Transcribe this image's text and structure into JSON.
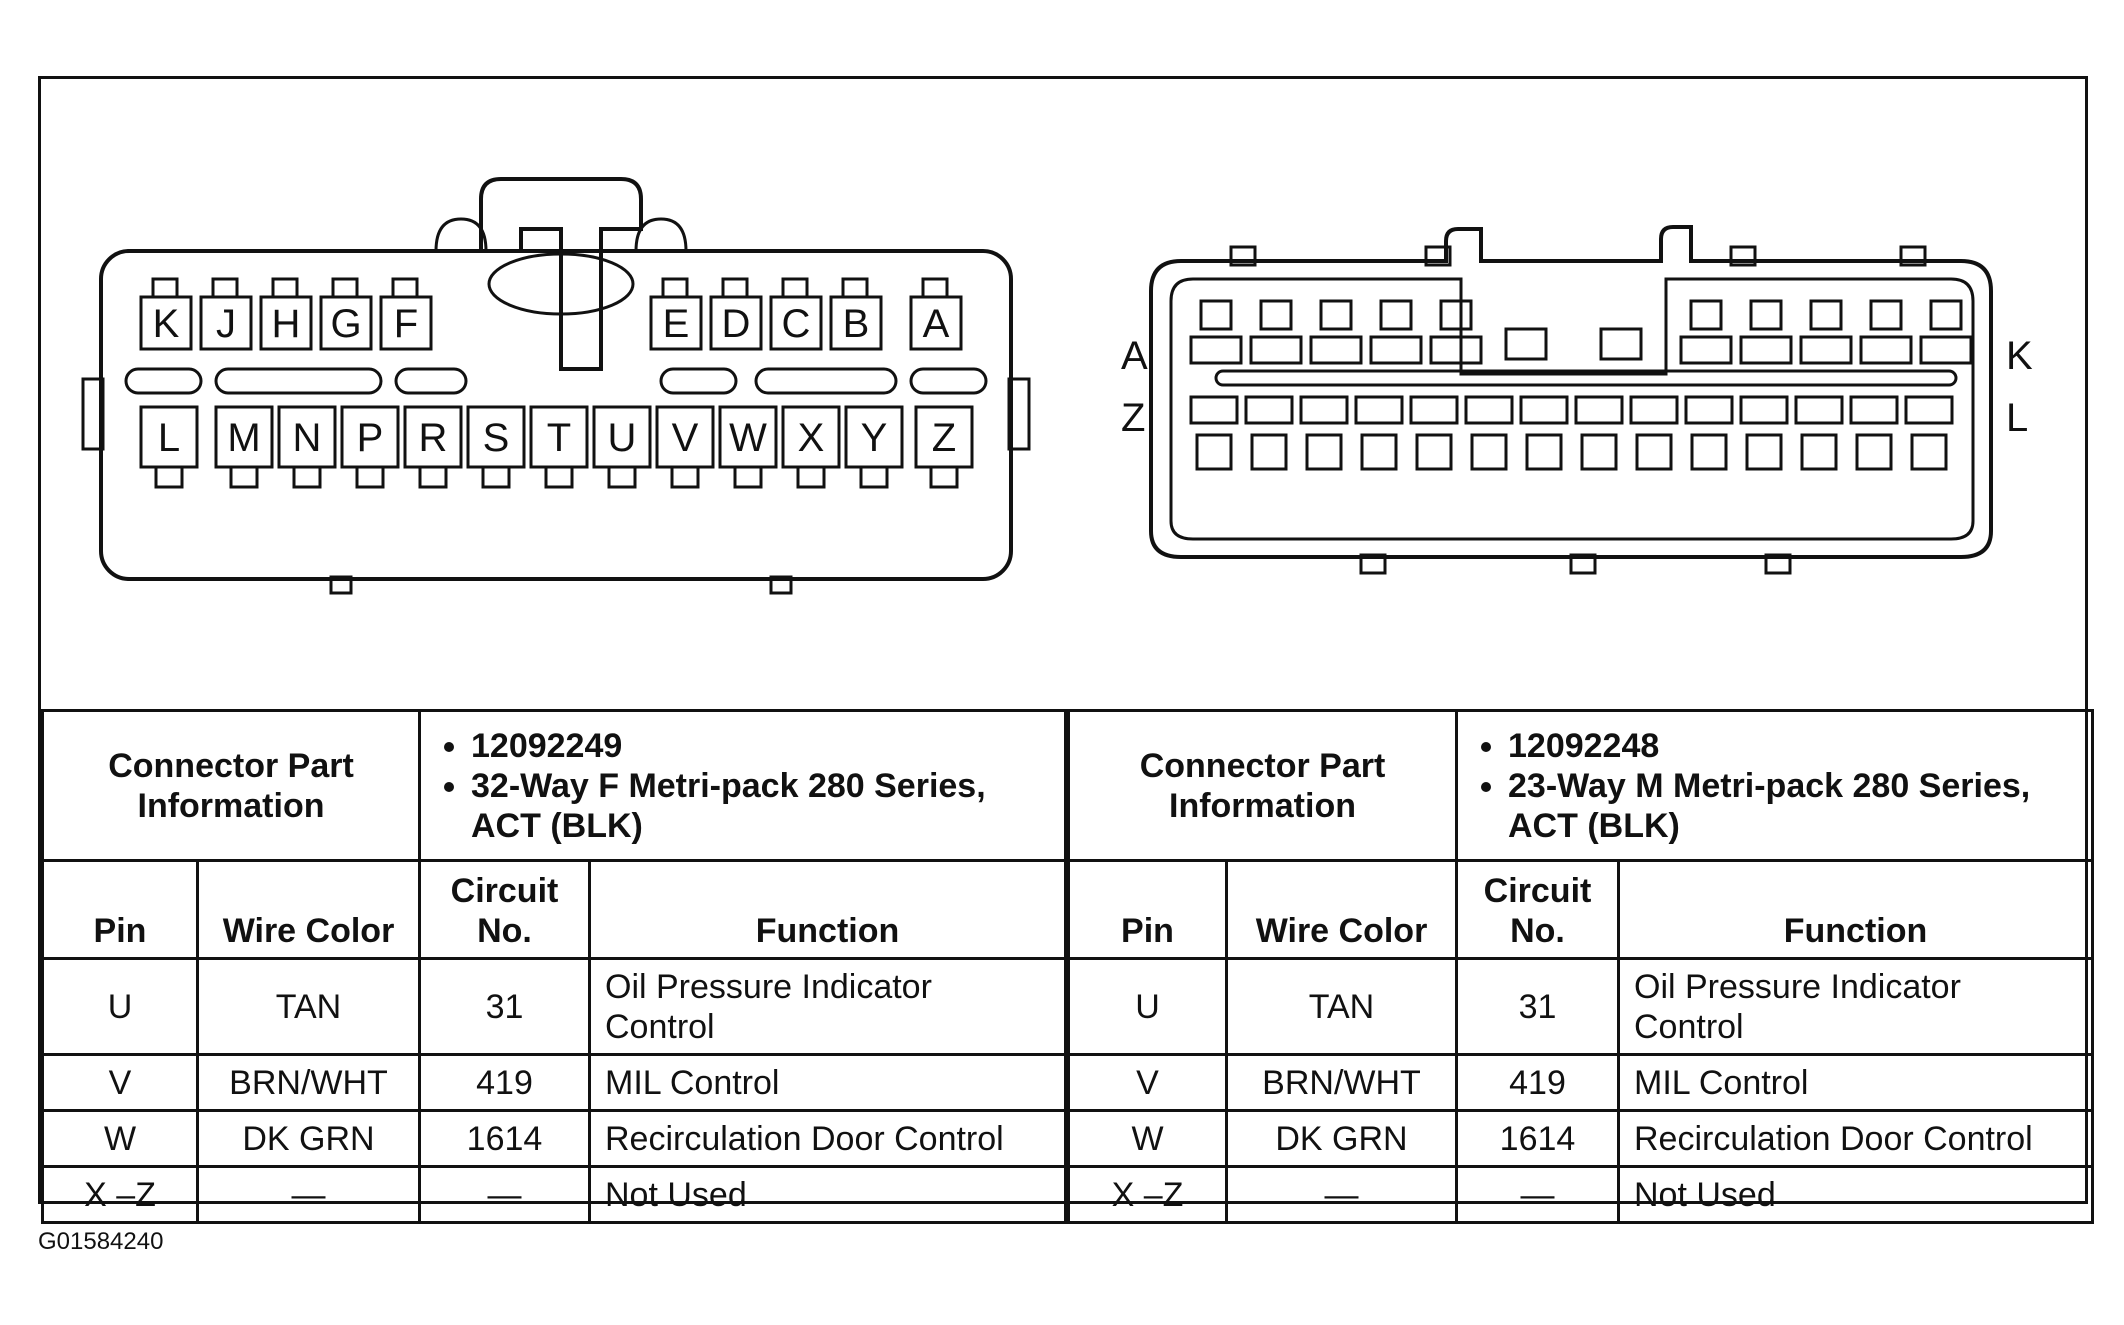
{
  "left_connector": {
    "top_row": [
      "K",
      "J",
      "H",
      "G",
      "F",
      "E",
      "D",
      "C",
      "B",
      "A"
    ],
    "bottom_row": [
      "L",
      "M",
      "N",
      "P",
      "R",
      "S",
      "T",
      "U",
      "V",
      "W",
      "X",
      "Y",
      "Z"
    ]
  },
  "right_connector": {
    "side_labels": {
      "top_left": "A",
      "bottom_left": "Z",
      "top_right": "K",
      "bottom_right": "L"
    }
  },
  "tables": [
    {
      "info_label": "Connector Part Information",
      "info_values": [
        "12092249",
        "32-Way F Metri-pack 280 Series, ACT (BLK)"
      ],
      "headers": {
        "pin": "Pin",
        "wire_color": "Wire Color",
        "circuit": "Circuit No.",
        "function": "Function"
      },
      "rows": [
        {
          "pin": "U",
          "wire_color": "TAN",
          "circuit": "31",
          "function": "Oil Pressure Indicator Control"
        },
        {
          "pin": "V",
          "wire_color": "BRN/WHT",
          "circuit": "419",
          "function": "MIL Control"
        },
        {
          "pin": "W",
          "wire_color": "DK GRN",
          "circuit": "1614",
          "function": "Recirculation Door Control"
        },
        {
          "pin": "X –Z",
          "wire_color": "—",
          "circuit": "—",
          "function": "Not Used"
        }
      ]
    },
    {
      "info_label": "Connector Part Information",
      "info_values": [
        "12092248",
        "23-Way M Metri-pack 280 Series, ACT (BLK)"
      ],
      "headers": {
        "pin": "Pin",
        "wire_color": "Wire Color",
        "circuit": "Circuit No.",
        "function": "Function"
      },
      "rows": [
        {
          "pin": "U",
          "wire_color": "TAN",
          "circuit": "31",
          "function": "Oil Pressure Indicator Control"
        },
        {
          "pin": "V",
          "wire_color": "BRN/WHT",
          "circuit": "419",
          "function": "MIL Control"
        },
        {
          "pin": "W",
          "wire_color": "DK GRN",
          "circuit": "1614",
          "function": "Recirculation Door Control"
        },
        {
          "pin": "X –Z",
          "wire_color": "—",
          "circuit": "—",
          "function": "Not Used"
        }
      ]
    }
  ],
  "figure_id": "G01584240"
}
